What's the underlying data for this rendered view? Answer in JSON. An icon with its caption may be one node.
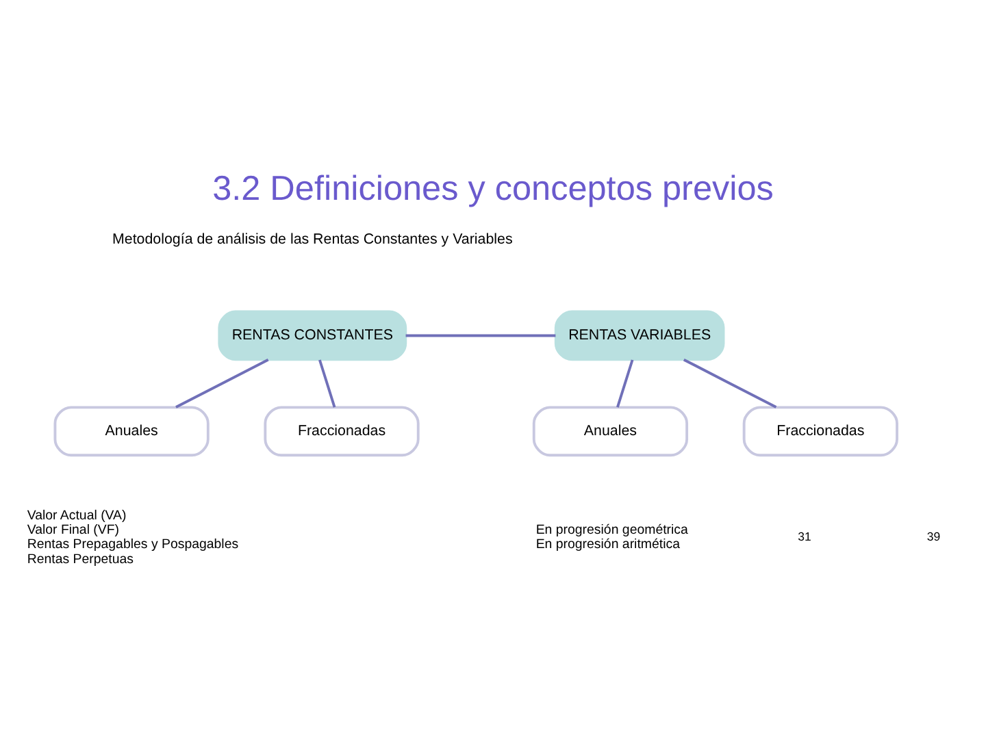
{
  "diagram": {
    "title": "3.2 Definiciones y conceptos previos",
    "nodes": [
      {
        "text": [
          "RENTAS CONSTANTES"
        ]
      },
      {
        "text": [
          "RENTAS VARIABLES"
        ]
      },
      {
        "text": [
          "Anuales"
        ],
        "beside": [
          "Valor Actual (VA)",
          "Valor Final (VF)",
          "Rentas Prepagables y Pospagables",
          "Rentas Perpetuas"
        ]
      },
      {
        "text": [
          "Fraccionadas"
        ]
      },
      {
        "text": [
          "Anuales"
        ],
        "beside": [
          "En progresión geométrica",
          "En progresión aritmética"
        ]
      },
      {
        "text": [
          "Fraccionadas"
        ]
      }
    ],
    "edges": [
      {
        "from": 0,
        "to": 1,
        "arrow": "none"
      },
      {
        "from": 0,
        "to": 2,
        "arrow": "none"
      },
      {
        "from": 0,
        "to": 3,
        "arrow": "none"
      },
      {
        "from": 1,
        "to": 4,
        "arrow": "none"
      },
      {
        "from": 1,
        "to": 5,
        "arrow": "none"
      }
    ],
    "labels": [
      "Metodología de análisis de las Rentas Constantes y Variables",
      "31",
      "39"
    ]
  }
}
